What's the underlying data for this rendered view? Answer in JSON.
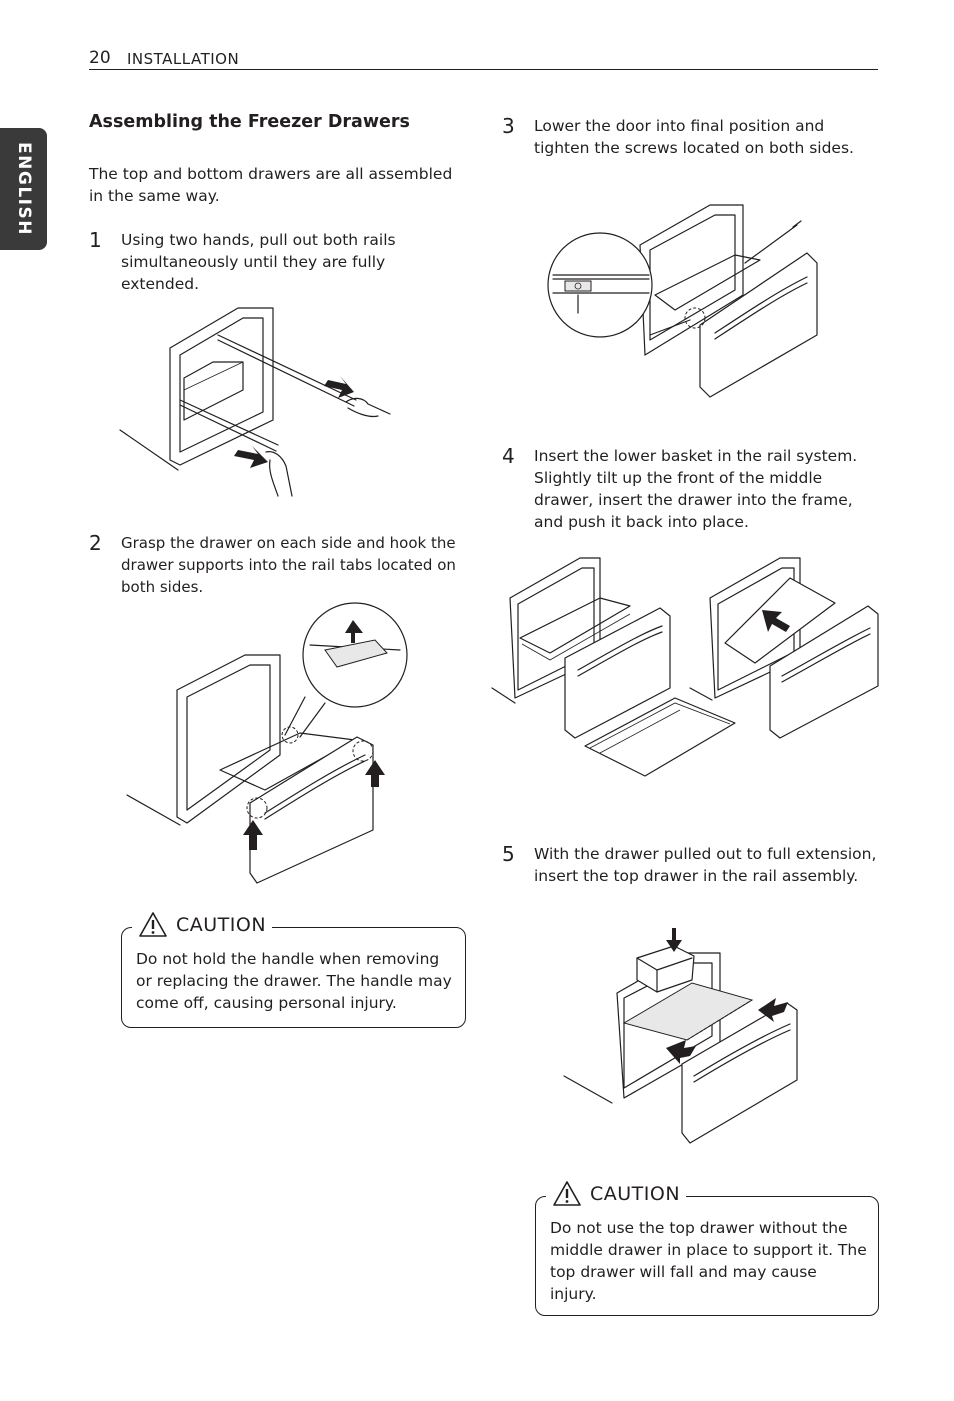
{
  "header": {
    "page_number": "20",
    "section": "INSTALLATION"
  },
  "side_tab": {
    "label": "ENGLISH"
  },
  "title": "Assembling the Freezer Drawers",
  "intro": "The top and bottom drawers are all assembled in the same way.",
  "steps": [
    {
      "number": "1",
      "text": "Using two hands, pull out both rails simultaneously until they are fully extended."
    },
    {
      "number": "2",
      "text": "Grasp the drawer on each side and hook the drawer supports into the rail tabs located on both sides."
    },
    {
      "number": "3",
      "text": "Lower the door into final position and tighten the screws located on both sides."
    },
    {
      "number": "4",
      "text": "Insert the lower basket in the rail system. Slightly tilt up the front of the middle drawer, insert the drawer into the frame, and push it back into place."
    },
    {
      "number": "5",
      "text": "With the drawer pulled out to full extension, insert the top drawer in the rail assembly."
    }
  ],
  "cautions": [
    {
      "label": "CAUTION",
      "text": "Do not hold the handle when removing or replacing the drawer. The handle may come off, causing personal injury."
    },
    {
      "label": "CAUTION",
      "text": "Do not use the top drawer without the middle drawer in place to support it. The top drawer will fall and may cause injury."
    }
  ],
  "icons": [
    "warning-triangle-icon"
  ]
}
